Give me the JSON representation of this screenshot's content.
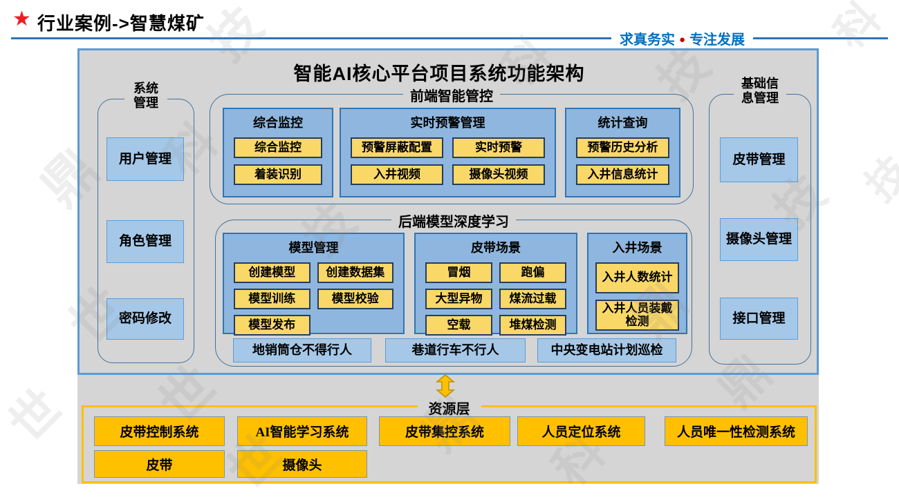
{
  "header": {
    "star_icon": "★",
    "title": "行业案例->智慧煤矿",
    "motto_left": "求真务实",
    "motto_dot": "●",
    "motto_right": "专注发展"
  },
  "diagram": {
    "title": "智能AI核心平台项目系统功能架构"
  },
  "left_group": {
    "label": "系统管理",
    "items": [
      "用户管理",
      "角色管理",
      "密码修改"
    ]
  },
  "frontend": {
    "label": "前端智能管控",
    "sections": [
      {
        "title": "综合监控",
        "buttons": [
          "综合监控",
          "着装识别"
        ]
      },
      {
        "title": "实时预警管理",
        "buttons": [
          "预警屏蔽配置",
          "实时预警",
          "入井视频",
          "摄像头视频"
        ]
      },
      {
        "title": "统计查询",
        "buttons": [
          "预警历史分析",
          "入井信息统计"
        ]
      }
    ]
  },
  "backend": {
    "label": "后端模型深度学习",
    "sections": [
      {
        "title": "模型管理",
        "buttons": [
          "创建模型",
          "创建数据集",
          "模型训练",
          "模型校验",
          "模型发布"
        ]
      },
      {
        "title": "皮带场景",
        "buttons": [
          "冒烟",
          "跑偏",
          "大型异物",
          "煤流过载",
          "空载",
          "堆煤检测"
        ]
      },
      {
        "title": "入井场景",
        "buttons": [
          "入井人数统计",
          "入井人员装戴检测"
        ]
      }
    ],
    "bottom_items": [
      "地销筒仓不得行人",
      "巷道行车不行人",
      "中央变电站计划巡检"
    ]
  },
  "right_group": {
    "label": "基础信息管理",
    "items": [
      "皮带管理",
      "摄像头管理",
      "接口管理"
    ]
  },
  "resource": {
    "label": "资源层",
    "row1": [
      "皮带控制系统",
      "AI智能学习系统",
      "皮带集控系统",
      "人员定位系统",
      "人员唯一性检测系统"
    ],
    "row2": [
      "皮带",
      "摄像头"
    ]
  },
  "watermark": {
    "chars": [
      "世",
      "鼎",
      "科",
      "技"
    ]
  },
  "colors": {
    "header_line": "#2E75B6",
    "motto_text": "#0070C0",
    "motto_dot": "#C00000",
    "star_red": "#ED1C24",
    "panel_gray": "#D5D5D5",
    "main_border_blue": "#5B9BD5",
    "section_blue": "#8FB6DE",
    "item_blue": "#A5C8E8",
    "button_yellow": "#F9D868",
    "button_border_navy": "#253C5E",
    "resource_orange": "#FFC000",
    "group_border": "#41719C"
  }
}
